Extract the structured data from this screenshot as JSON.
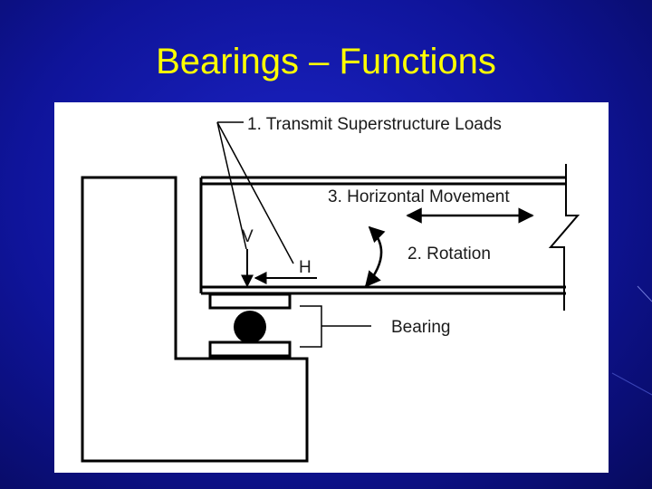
{
  "slide": {
    "title": "Bearings – Functions"
  },
  "diagram": {
    "labels": {
      "loads": "1.  Transmit Superstructure Loads",
      "horizontal": "3.  Horizontal Movement",
      "rotation": "2.  Rotation",
      "vertical_force": "V",
      "horizontal_force": "H",
      "bearing": "Bearing"
    }
  },
  "colors": {
    "background": "#0f149a",
    "title": "#ffff00",
    "panel": "#ffffff",
    "ink": "#000000"
  }
}
